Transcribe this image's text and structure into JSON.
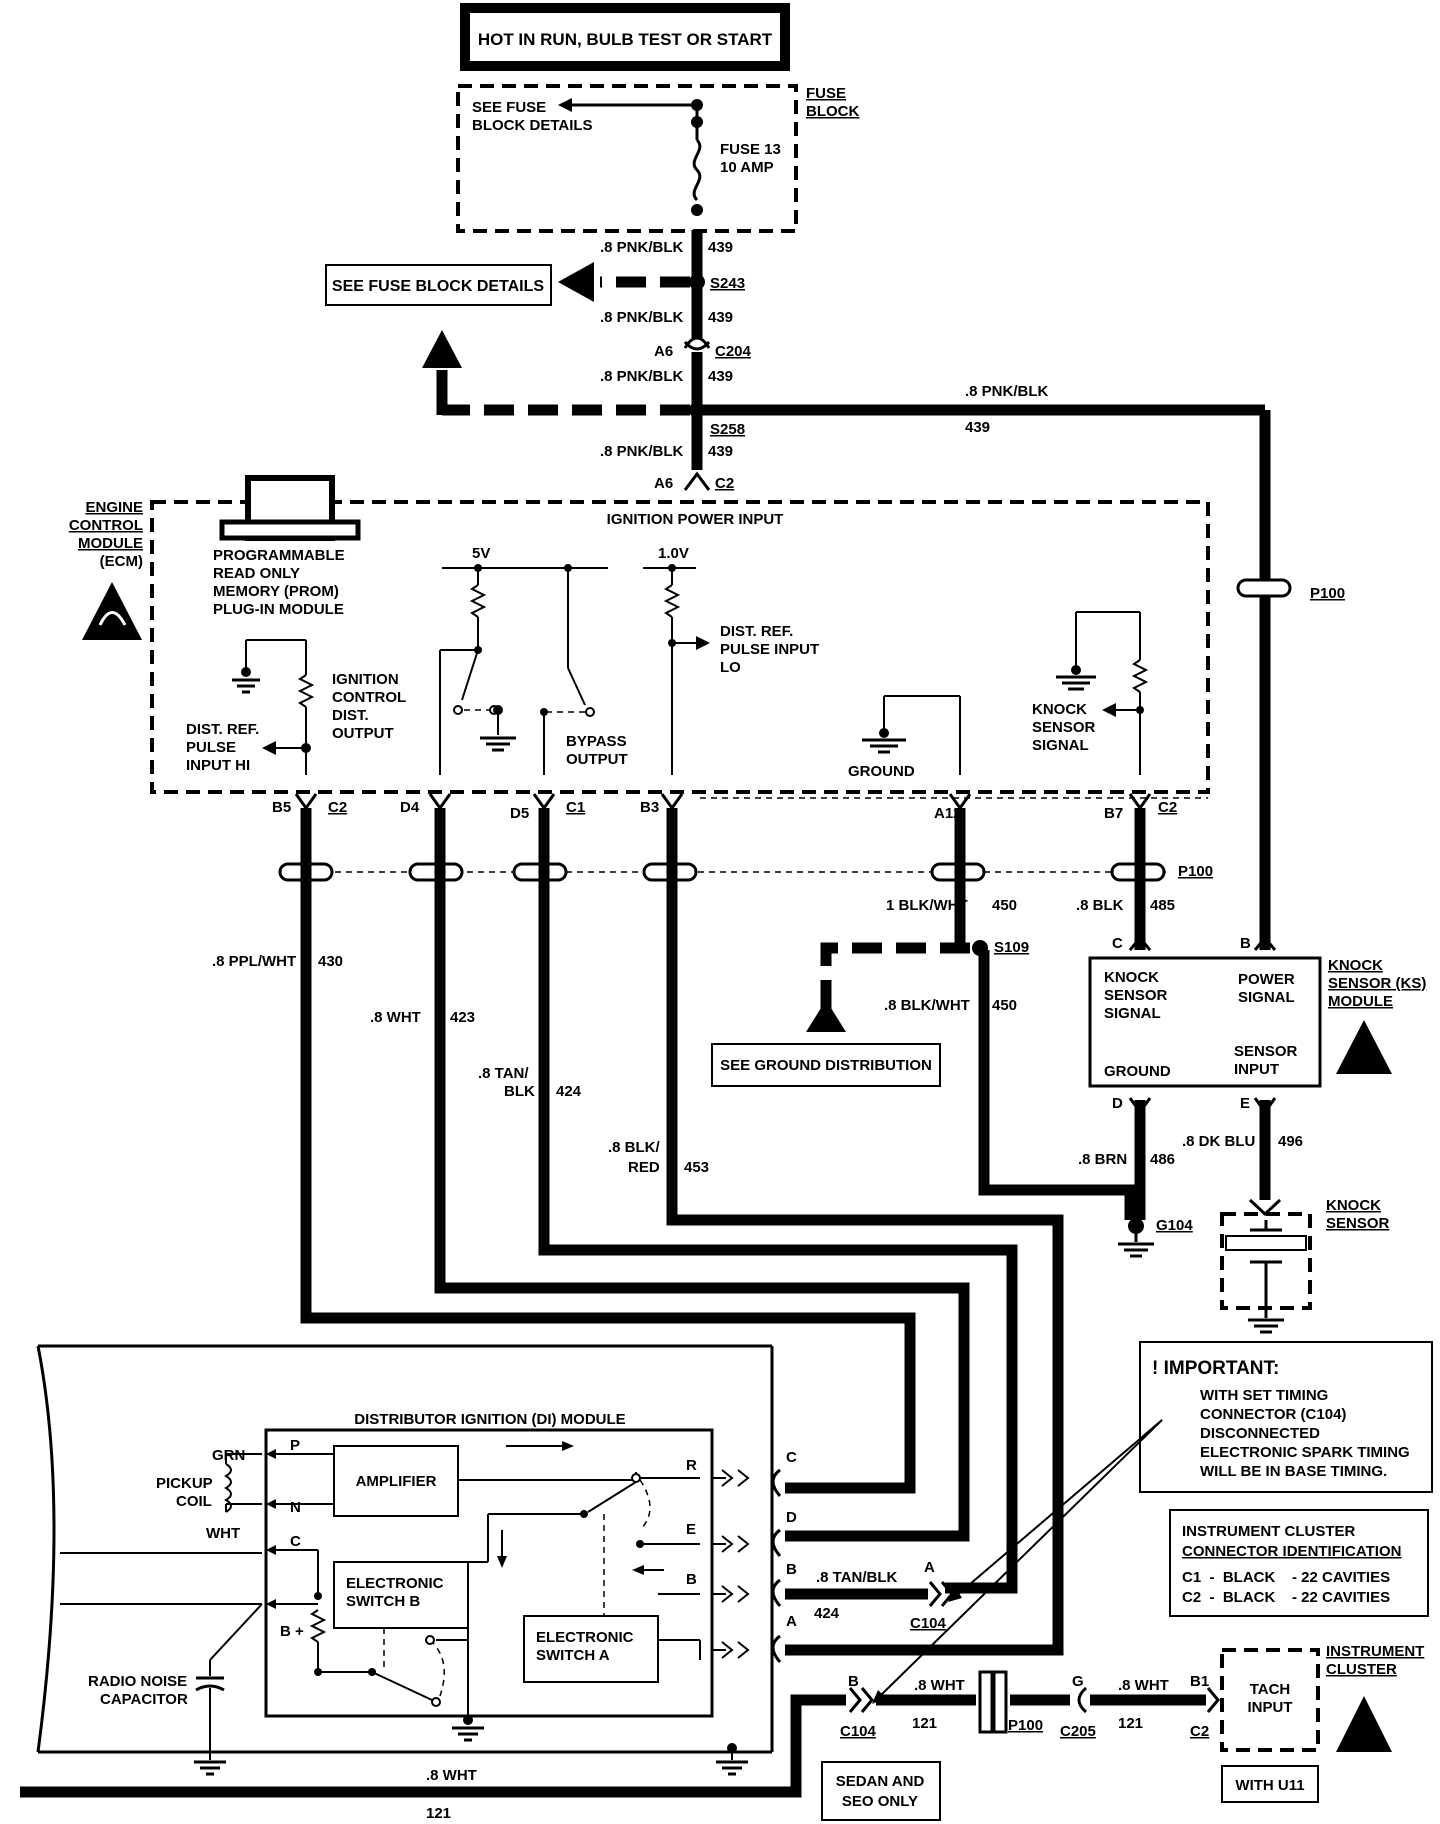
{
  "header": {
    "power_condition": "HOT IN RUN, BULB TEST OR START"
  },
  "fuse_block": {
    "title_line1": "FUSE",
    "title_line2": "BLOCK",
    "details_line1": "SEE FUSE",
    "details_line2": "BLOCK DETAILS",
    "fuse_line1": "FUSE 13",
    "fuse_line2": "10 AMP"
  },
  "power_feed": {
    "see_fuse_block_details": "SEE FUSE BLOCK DETAILS",
    "wire_color": ".8 PNK/BLK",
    "circuit": "439",
    "splice_1": "S243",
    "splice_2": "S258",
    "conn_pin_a6": "A6",
    "conn_c204": "C204",
    "conn_c2": "C2"
  },
  "ecm": {
    "title_lines": [
      "ENGINE",
      "CONTROL",
      "MODULE",
      "(ECM)"
    ],
    "prom_lines": [
      "PROGRAMMABLE",
      "READ ONLY",
      "MEMORY (PROM)",
      "PLUG-IN MODULE"
    ],
    "ignition_power_input": "IGNITION POWER INPUT",
    "v5": "5V",
    "v1": "1.0V",
    "ign_ctrl_lines": [
      "IGNITION",
      "CONTROL",
      "DIST.",
      "OUTPUT"
    ],
    "dist_ref_hi_lines": [
      "DIST. REF.",
      "PULSE",
      "INPUT HI"
    ],
    "dist_ref_lo_lines": [
      "DIST. REF.",
      "PULSE INPUT",
      "LO"
    ],
    "bypass_lines": [
      "BYPASS",
      "OUTPUT"
    ],
    "ground": "GROUND",
    "knock_signal_lines": [
      "KNOCK",
      "SENSOR",
      "SIGNAL"
    ]
  },
  "pins": {
    "b5": "B5",
    "d4": "D4",
    "d5": "D5",
    "b3": "B3",
    "a12": "A12",
    "b7": "B7",
    "c1": "C1",
    "c2": "C2",
    "p100": "P100"
  },
  "wires": {
    "w430_color": ".8 PPL/WHT",
    "w430": "430",
    "w423_color": ".8 WHT",
    "w423": "423",
    "w424_color_1": ".8 TAN/",
    "w424_color_2": "BLK",
    "w424": "424",
    "w453_color_1": ".8 BLK/",
    "w453_color_2": "RED",
    "w453": "453",
    "w450_color_1": "1 BLK/WHT",
    "w450_color_2": ".8 BLK/WHT",
    "w450": "450",
    "w485_color": ".8 BLK",
    "w485": "485",
    "w486_color": ".8 BRN",
    "w486": "486",
    "w496_color": ".8 DK BLU",
    "w496": "496",
    "w439_right_color": ".8 PNK/BLK",
    "w439_right": "439",
    "s109": "S109",
    "g104": "G104",
    "see_ground_distribution": "SEE GROUND DISTRIBUTION"
  },
  "ks_module": {
    "title_lines": [
      "KNOCK",
      "SENSOR (KS)",
      "MODULE"
    ],
    "knock_signal_lines": [
      "KNOCK",
      "SENSOR",
      "SIGNAL"
    ],
    "power_signal_lines": [
      "POWER",
      "SIGNAL"
    ],
    "ground": "GROUND",
    "sensor_input_lines": [
      "SENSOR",
      "INPUT"
    ],
    "pin_c": "C",
    "pin_b": "B",
    "pin_d": "D",
    "pin_e": "E",
    "knock_sensor_lines": [
      "KNOCK",
      "SENSOR"
    ]
  },
  "di_module": {
    "title": "DISTRIBUTOR IGNITION (DI) MODULE",
    "amplifier": "AMPLIFIER",
    "switch_b_lines": [
      "ELECTRONIC",
      "SWITCH B"
    ],
    "switch_a_lines": [
      "ELECTRONIC",
      "SWITCH A"
    ],
    "grn": "GRN",
    "wht": "WHT",
    "pickup_lines": [
      "PICKUP",
      "COIL"
    ],
    "radio_noise_lines": [
      "RADIO NOISE",
      "CAPACITOR"
    ],
    "pin_p": "P",
    "pin_n": "N",
    "pin_c": "C",
    "pin_bplus": "B +",
    "pin_r": "R",
    "pin_e": "E",
    "pin_b": "B",
    "conn_c": "C",
    "conn_d": "D",
    "conn_b": "B",
    "conn_a": "A"
  },
  "important": {
    "title": "IMPORTANT:",
    "lines": [
      "WITH SET TIMING",
      "CONNECTOR (C104)",
      "DISCONNECTED",
      "ELECTRONIC SPARK TIMING",
      "WILL BE IN BASE TIMING."
    ]
  },
  "cluster_id": {
    "title_1": "INSTRUMENT CLUSTER",
    "title_2": "CONNECTOR IDENTIFICATION",
    "row1": "C1  -  BLACK    - 22 CAVITIES",
    "row2": "C2  -  BLACK    - 22 CAVITIES"
  },
  "tach": {
    "w424_color": ".8 TAN/BLK",
    "w424": "424",
    "pin_a": "A",
    "pin_b": "B",
    "c104": "C104",
    "w121_color": ".8 WHT",
    "w121": "121",
    "p100": "P100",
    "pin_g": "G",
    "c205": "C205",
    "pin_b1": "B1",
    "c2": "C2",
    "tach_input_lines": [
      "TACH",
      "INPUT"
    ],
    "cluster_lines": [
      "INSTRUMENT",
      "CLUSTER"
    ],
    "with_u11": "WITH U11",
    "sedan_lines": [
      "SEDAN AND",
      "SEO ONLY"
    ]
  }
}
